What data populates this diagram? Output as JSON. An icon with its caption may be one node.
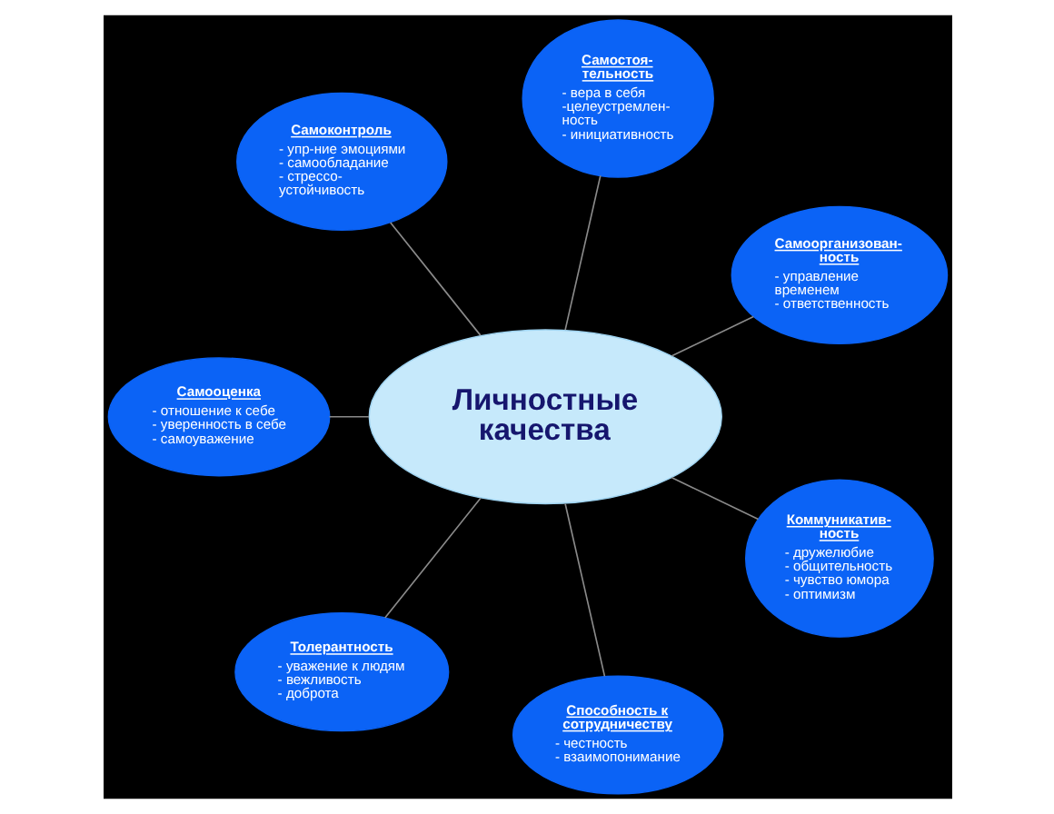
{
  "diagram": {
    "nodes": [
      {
        "text": [
          "Самоконтроль",
          "- упр-ние эмоциями",
          "- самообладание",
          "- стрессо- устойчивость"
        ]
      },
      {
        "text": [
          "Самостоя- тельность",
          "- вера в себя",
          "-целеустремлен- ность",
          "- инициативность"
        ]
      },
      {
        "text": [
          "Самооценка",
          "- отношение к себе",
          "- уверенность в себе",
          "- самоуважение"
        ]
      },
      {
        "text": [
          "Самоорганизован- ность",
          "- управление временем",
          "- ответственность"
        ]
      },
      {
        "text": [
          "Личностные качества"
        ]
      },
      {
        "text": [
          "Толерантность",
          "- уважение к людям",
          "- вежливость",
          "- доброта"
        ]
      },
      {
        "text": [
          "Коммуникатив- ность",
          "- дружелюбие",
          "- общительность",
          "- чувство юмора",
          "- оптимизм"
        ]
      },
      {
        "text": [
          "Способность к сотрудничеству",
          "- честность",
          "- взаимопонимание"
        ]
      }
    ],
    "edges": [
      {
        "from": 4,
        "to": 0,
        "arrow": "none"
      },
      {
        "from": 4,
        "to": 1,
        "arrow": "none"
      },
      {
        "from": 4,
        "to": 3,
        "arrow": "none"
      },
      {
        "from": 4,
        "to": 6,
        "arrow": "none"
      },
      {
        "from": 4,
        "to": 7,
        "arrow": "none"
      },
      {
        "from": 4,
        "to": 5,
        "arrow": "none"
      },
      {
        "from": 4,
        "to": 2,
        "arrow": "none"
      }
    ]
  }
}
